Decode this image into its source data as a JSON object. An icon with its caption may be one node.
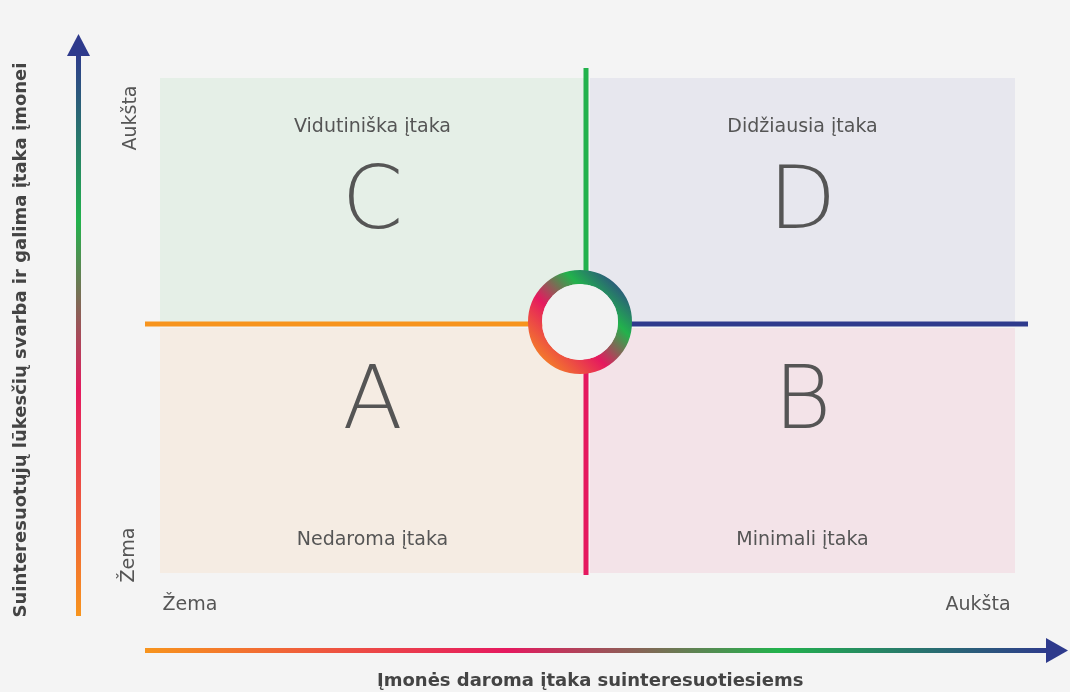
{
  "diagram": {
    "nodes": [
      {
        "text": [
          "Vidutiniška įtaka",
          "C"
        ]
      },
      {
        "text": [
          "Didžiausia įtaka",
          "D"
        ]
      },
      {
        "text": [
          "A",
          "Nedaroma įtaka"
        ]
      },
      {
        "text": [
          "B",
          "Minimali įtaka"
        ]
      }
    ],
    "labels": [
      "Suinteresuotųjų lūkesčių svarba ir galima įtaka įmonei",
      "Aukšta",
      "Žema",
      "Žema",
      "Aukšta",
      "Įmonės daroma įtaka suinteresuotiesiems"
    ]
  }
}
